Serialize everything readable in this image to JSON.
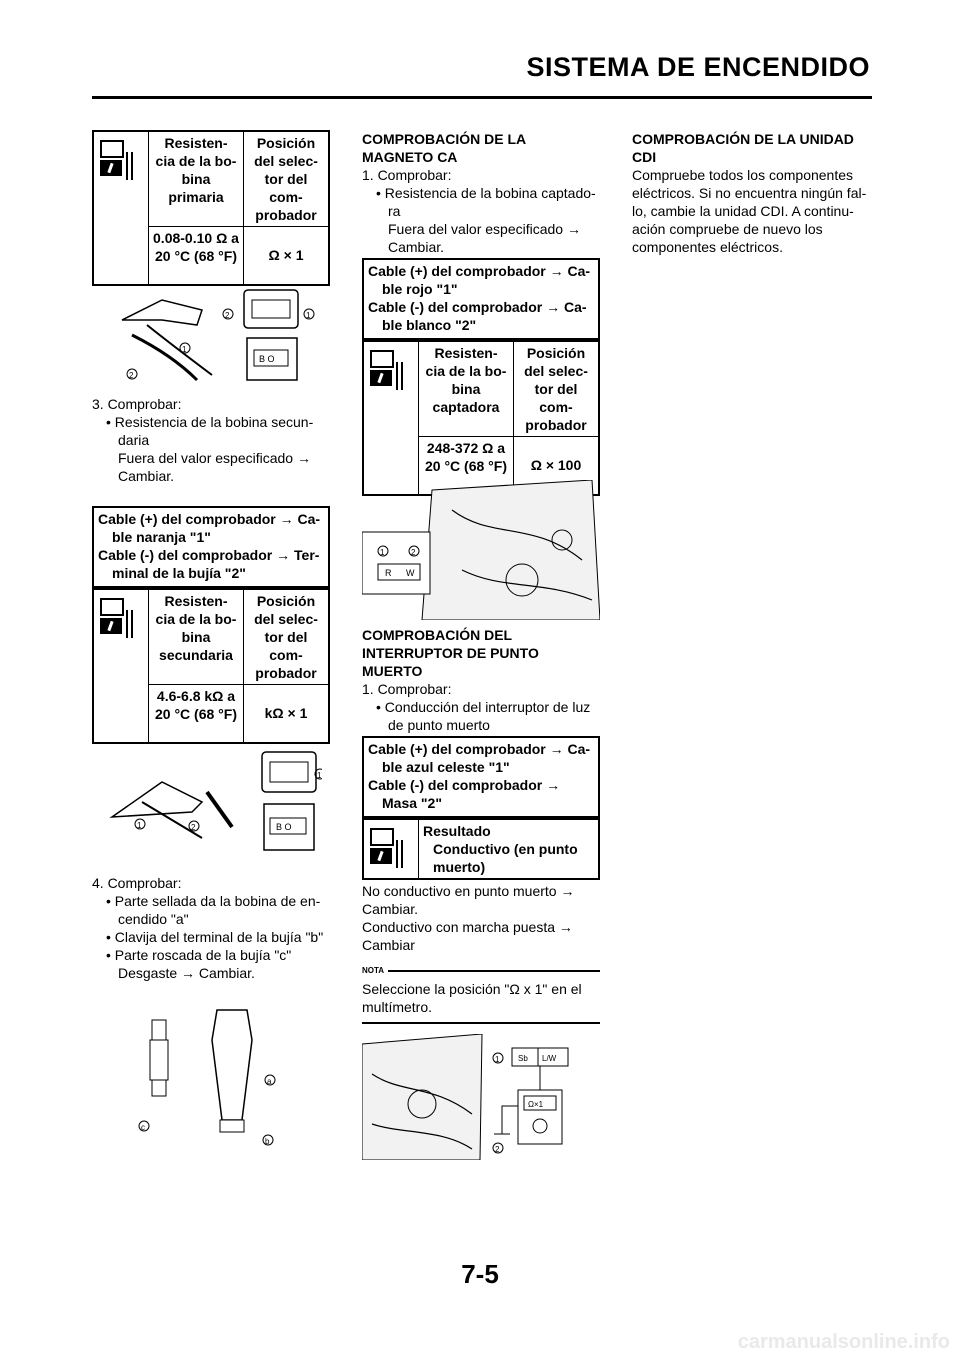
{
  "header": {
    "title": "SISTEMA DE ENCENDIDO"
  },
  "footer": {
    "page_number": "7-5",
    "watermark": "carmanualsonline.info"
  },
  "left": {
    "table1": {
      "h1": "Resisten- cia de la bo- bina primaria",
      "h2": "Posición del selec- tor del com- probador",
      "v1": "0.08-0.10 Ω a 20 °C (68 °F)",
      "v2": "Ω × 1"
    },
    "fig1": {
      "c1": "1",
      "c2": "2",
      "c3": "1",
      "c4": "2",
      "connector": "B O"
    },
    "step3": {
      "title": "3. Comprobar:",
      "bullet": "• Resistencia de la bobina secun- daria",
      "line1": "Fuera del valor especificado →",
      "line2": "Cambiar."
    },
    "box1": {
      "line1": "Cable (+) del comprobador → Ca- ble naranja \"1\"",
      "line2": "Cable (-) del comprobador → Ter- minal de la bujía \"2\""
    },
    "table2": {
      "h1": "Resisten- cia de la bo- bina secundaria",
      "h2": "Posición del selec- tor del com- probador",
      "v1": "4.6-6.8 kΩ a 20 °C (68 °F)",
      "v2": "kΩ × 1"
    },
    "fig2": {
      "c1": "1",
      "c2": "1",
      "c3": "2",
      "connector": "B O"
    },
    "step4": {
      "title": "4. Comprobar:",
      "b1": "• Parte sellada da la bobina de en- cendido \"a\"",
      "b2": "• Clavija del terminal de la bujía \"b\"",
      "b3": "• Parte roscada de la bujía \"c\"",
      "line": "Desgaste → Cambiar."
    },
    "fig3": {
      "a": "a",
      "b": "b",
      "c": "c"
    }
  },
  "middle": {
    "sec1": {
      "heading": "COMPROBACIÓN DE LA MAGNETO CA",
      "step": "1. Comprobar:",
      "bullet": "• Resistencia de la bobina captado- ra",
      "line1": "Fuera del valor especificado →",
      "line2": "Cambiar."
    },
    "box1": {
      "line1": "Cable (+) del comprobador → Ca- ble rojo \"1\"",
      "line2": "Cable (-) del comprobador → Ca- ble blanco \"2\""
    },
    "table1": {
      "h1": "Resisten- cia de la bo- bina captadora",
      "h2": "Posición del selec- tor del com- probador",
      "v1": "248-372 Ω a 20 °C (68 °F)",
      "v2": "Ω × 100"
    },
    "fig1": {
      "c1": "1",
      "c2": "2",
      "r": "R",
      "w": "W"
    },
    "sec2": {
      "heading": "COMPROBACIÓN DEL INTERRUPTOR DE PUNTO MUERTO",
      "step": "1. Comprobar:",
      "bullet": "• Conducción del interruptor de luz de punto muerto"
    },
    "box2": {
      "line1": "Cable (+) del comprobador → Ca- ble azul celeste \"1\"",
      "line2": "Cable (-) del comprobador → Masa \"2\""
    },
    "table2": {
      "h1": "Resultado",
      "v1": "Conductivo (en punto muerto)"
    },
    "after": {
      "l1": "No conductivo en punto muerto →",
      "l2": "Cambiar.",
      "l3": "Conductivo con marcha puesta →",
      "l4": "Cambiar"
    },
    "nota": {
      "label": "NOTA",
      "text": "Seleccione la posición \"Ω x 1\" en el multímetro."
    },
    "fig2": {
      "c1": "1",
      "c2": "2",
      "sb": "Sb",
      "lw": "L/W",
      "dial": "Ω×1"
    }
  },
  "right": {
    "heading": "COMPROBACIÓN DE LA UNIDAD CDI",
    "text": "Compruebe todos los componentes eléctricos. Si no encuentra ningún fal- lo, cambie la unidad CDI. A continu- ación compruebe de nuevo los componentes eléctricos."
  }
}
